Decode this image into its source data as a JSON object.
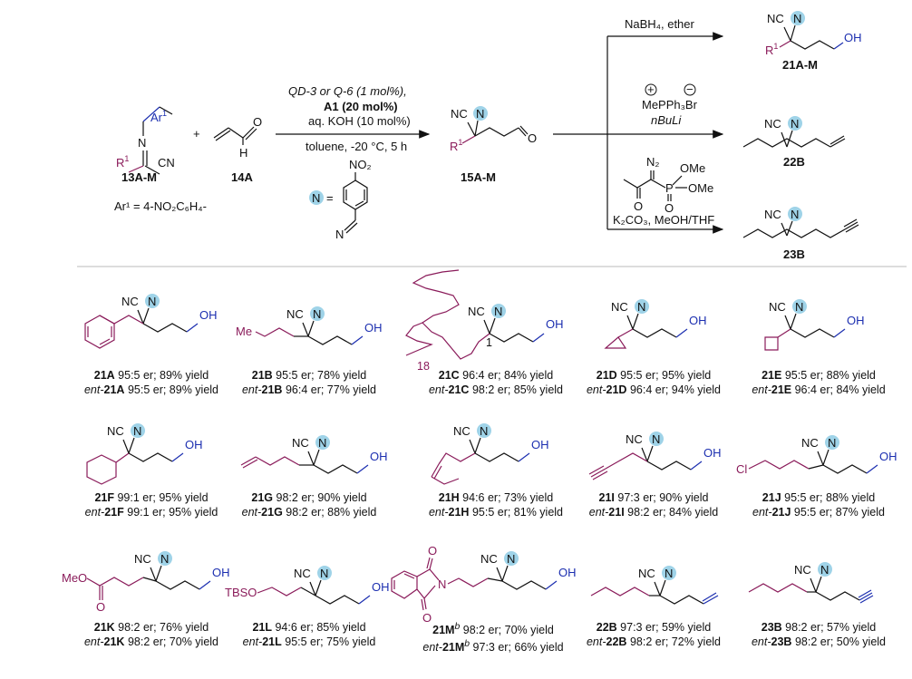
{
  "scheme": {
    "reactant_13": {
      "label": "13A-M",
      "ar": "Ar",
      "ar_sup": "1",
      "n": "N",
      "r": "R",
      "r_sup": "1",
      "cn": "CN"
    },
    "plus": "+",
    "reactant_14": {
      "label": "14A",
      "o": "O",
      "h": "H"
    },
    "ar_definition": "Ar¹ = 4-NO₂C₆H₄-",
    "conditions": {
      "line1": "QD-3 or Q-6 (1 mol%),",
      "line2": "A1 (20 mol%)",
      "line3": "aq. KOH (10 mol%)",
      "line4": "toluene, -20 °C, 5 h",
      "n_equals": "=",
      "no2": "NO₂",
      "n_imine": "N"
    },
    "intermediate": {
      "label": "15A-M",
      "nc": "NC",
      "n": "N",
      "r": "R",
      "r_sup": "1",
      "o": "O"
    },
    "branch1": {
      "reagent": "NaBH₄, ether",
      "label": "21A-M",
      "nc": "NC",
      "n": "N",
      "r": "R",
      "r_sup": "1",
      "oh": "OH"
    },
    "branch2": {
      "reagent_top": "MePPh₃Br",
      "reagent_bottom": "nBuLi",
      "plus_sign": "+",
      "minus_sign": "−",
      "label": "22B",
      "nc": "NC",
      "n": "N"
    },
    "branch3": {
      "n2": "N₂",
      "ome1": "OMe",
      "ome2": "OMe",
      "p": "P",
      "o1": "O",
      "o2": "O",
      "reagent_bottom": "K₂CO₃, MeOH/THF",
      "label": "23B",
      "nc": "NC",
      "n": "N"
    }
  },
  "products": [
    {
      "id": "21A",
      "line1_name": "21A",
      "line1_result": " 95:5 er; 89% yield",
      "line2_prefix": "ent-",
      "line2_name": "21A",
      "line2_result": " 95:5 er; 89% yield"
    },
    {
      "id": "21B",
      "line1_name": "21B",
      "line1_result": " 95:5 er; 78% yield",
      "line2_prefix": "ent-",
      "line2_name": "21B",
      "line2_result": " 96:4 er; 77% yield",
      "substituent": "Me"
    },
    {
      "id": "21C",
      "line1_name": "21C",
      "line1_result": " 96:4 er; 84% yield",
      "line2_prefix": "ent-",
      "line2_name": "21C",
      "line2_result": " 98:2 er; 85% yield",
      "chain_start": "1",
      "chain_end": "18"
    },
    {
      "id": "21D",
      "line1_name": "21D",
      "line1_result": " 95:5 er; 95% yield",
      "line2_prefix": "ent-",
      "line2_name": "21D",
      "line2_result": " 96:4 er; 94% yield"
    },
    {
      "id": "21E",
      "line1_name": "21E",
      "line1_result": " 95:5 er; 88% yield",
      "line2_prefix": "ent-",
      "line2_name": "21E",
      "line2_result": " 96:4 er; 84% yield"
    },
    {
      "id": "21F",
      "line1_name": "21F",
      "line1_result": " 99:1 er; 95% yield",
      "line2_prefix": "ent-",
      "line2_name": "21F",
      "line2_result": " 99:1 er; 95% yield"
    },
    {
      "id": "21G",
      "line1_name": "21G",
      "line1_result": " 98:2 er; 90% yield",
      "line2_prefix": "ent-",
      "line2_name": "21G",
      "line2_result": " 98:2 er; 88% yield"
    },
    {
      "id": "21H",
      "line1_name": "21H",
      "line1_result": "  94:6 er; 73% yield",
      "line2_prefix": "ent-",
      "line2_name": "21H",
      "line2_result": "  95:5 er; 81% yield"
    },
    {
      "id": "21I",
      "line1_name": "21I",
      "line1_result": " 97:3 er; 90% yield",
      "line2_prefix": "ent-",
      "line2_name": "21I",
      "line2_result": " 98:2 er; 84% yield"
    },
    {
      "id": "21J",
      "line1_name": "21J",
      "line1_result": " 95:5 er; 88% yield",
      "line2_prefix": "ent-",
      "line2_name": "21J",
      "line2_result": " 95:5 er; 87% yield",
      "substituent": "Cl"
    },
    {
      "id": "21K",
      "line1_name": "21K",
      "line1_result": " 98:2 er; 76% yield",
      "line2_prefix": "ent-",
      "line2_name": "21K",
      "line2_result": " 98:2 er; 70% yield",
      "substituent": "MeO",
      "carbonyl_o": "O"
    },
    {
      "id": "21L",
      "line1_name": "21L",
      "line1_result": " 94:6 er; 85% yield",
      "line2_prefix": "ent-",
      "line2_name": "21L",
      "line2_result": " 95:5 er; 75% yield",
      "substituent": "TBSO"
    },
    {
      "id": "21M",
      "line1_name": "21M",
      "line1_sup": "b",
      "line1_result": "  98:2 er; 70% yield",
      "line2_prefix": "ent-",
      "line2_name": "21M",
      "line2_sup": "b",
      "line2_result": "  97:3 er; 66% yield",
      "imide_n": "N",
      "imide_o": "O"
    },
    {
      "id": "22B",
      "line1_name": "22B",
      "line1_result": " 97:3 er; 59% yield",
      "line2_prefix": "ent-",
      "line2_name": "22B",
      "line2_result": " 98:2 er; 72% yield"
    },
    {
      "id": "23B",
      "line1_name": "23B",
      "line1_result": " 98:2 er; 57% yield",
      "line2_prefix": "ent-",
      "line2_name": "23B",
      "line2_result": " 98:2 er; 50% yield"
    }
  ],
  "common": {
    "nc": "NC",
    "n": "N",
    "oh": "OH"
  },
  "colors": {
    "blue": "#1c2fb0",
    "purple": "#8a1b5a",
    "n_highlight": "#9fd3e8"
  }
}
